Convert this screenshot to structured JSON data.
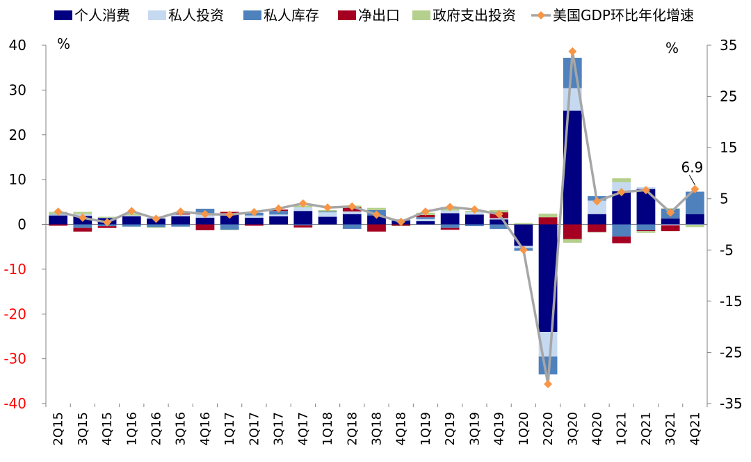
{
  "chart_data": {
    "type": "bar",
    "stacked": true,
    "categories": [
      "2Q15",
      "3Q15",
      "4Q15",
      "1Q16",
      "2Q16",
      "3Q16",
      "4Q16",
      "1Q17",
      "2Q17",
      "3Q17",
      "4Q17",
      "1Q18",
      "2Q18",
      "3Q18",
      "4Q18",
      "1Q19",
      "2Q19",
      "3Q19",
      "4Q19",
      "1Q20",
      "2Q20",
      "3Q20",
      "4Q20",
      "1Q21",
      "2Q21",
      "3Q21",
      "4Q21"
    ],
    "series": [
      {
        "name": "个人消费",
        "color": "#000080",
        "axis": "left",
        "values": [
          2.0,
          1.9,
          1.4,
          1.8,
          1.3,
          1.8,
          1.5,
          2.1,
          1.5,
          1.8,
          3.0,
          1.7,
          2.3,
          2.0,
          0.8,
          0.7,
          2.5,
          2.2,
          1.1,
          -4.8,
          -24.0,
          25.4,
          2.3,
          7.4,
          7.9,
          1.3,
          2.3
        ]
      },
      {
        "name": "私人投资",
        "color": "#c5d9f1",
        "axis": "left",
        "values": [
          0.2,
          0.4,
          0.1,
          0.2,
          0.1,
          0.4,
          1.0,
          0.4,
          0.5,
          0.4,
          0.8,
          1.0,
          0.6,
          0.0,
          0.0,
          0.5,
          0.6,
          0.5,
          0.3,
          -0.5,
          -5.5,
          5.0,
          3.0,
          2.0,
          0.4,
          -0.2,
          -0.1
        ]
      },
      {
        "name": "私人库存",
        "color": "#4f81bd",
        "axis": "left",
        "values": [
          0.1,
          -0.8,
          -0.4,
          -0.5,
          -0.6,
          -0.5,
          1.0,
          -1.2,
          0.6,
          0.8,
          -0.2,
          0.2,
          -1.0,
          1.2,
          0.3,
          0.4,
          -0.8,
          -0.4,
          -1.0,
          -0.6,
          -4.0,
          6.8,
          1.0,
          -2.7,
          -1.3,
          2.2,
          5.0
        ]
      },
      {
        "name": "净出口",
        "color": "#a50021",
        "axis": "left",
        "values": [
          -0.3,
          -0.8,
          -0.4,
          0.0,
          0.0,
          0.2,
          -1.3,
          0.3,
          -0.3,
          0.3,
          -0.5,
          0.0,
          0.9,
          -1.6,
          -0.3,
          0.5,
          -0.4,
          0.0,
          1.3,
          0.0,
          1.6,
          -3.3,
          -1.7,
          -1.5,
          -0.2,
          -1.3,
          0.0
        ]
      },
      {
        "name": "政府支出投资",
        "color": "#b5d08d",
        "axis": "left",
        "values": [
          0.5,
          0.5,
          0.2,
          0.4,
          -0.2,
          0.1,
          0.0,
          -0.1,
          0.0,
          0.0,
          0.4,
          0.3,
          0.4,
          0.5,
          -0.1,
          0.5,
          0.8,
          0.3,
          0.5,
          0.3,
          0.8,
          -0.8,
          -0.1,
          0.9,
          -0.4,
          0.1,
          -0.5
        ]
      },
      {
        "name": "美国GDP环比年化增速",
        "type": "line",
        "color": "#a6a6a6",
        "marker_color": "#f79646",
        "axis": "right",
        "values": [
          2.5,
          1.3,
          0.4,
          2.6,
          1.1,
          2.5,
          2.0,
          1.9,
          2.4,
          3.1,
          4.1,
          3.3,
          3.5,
          1.9,
          0.5,
          2.5,
          3.4,
          2.9,
          2.0,
          -5.0,
          -31.2,
          33.8,
          4.5,
          6.3,
          6.7,
          2.3,
          6.9
        ]
      }
    ],
    "left_axis": {
      "ylim": [
        -40,
        40
      ],
      "ticks": [
        -40,
        -30,
        -20,
        -10,
        0,
        10,
        20,
        30,
        40
      ],
      "unit": "%"
    },
    "right_axis": {
      "ylim": [
        -35,
        35
      ],
      "ticks": [
        -35,
        -25,
        -15,
        -5,
        5,
        15,
        25,
        35
      ],
      "unit": "%"
    },
    "annotation": {
      "text": "6.9",
      "category": "4Q21"
    },
    "legend_position": "top",
    "negative_tick_color": "#ff0000"
  }
}
